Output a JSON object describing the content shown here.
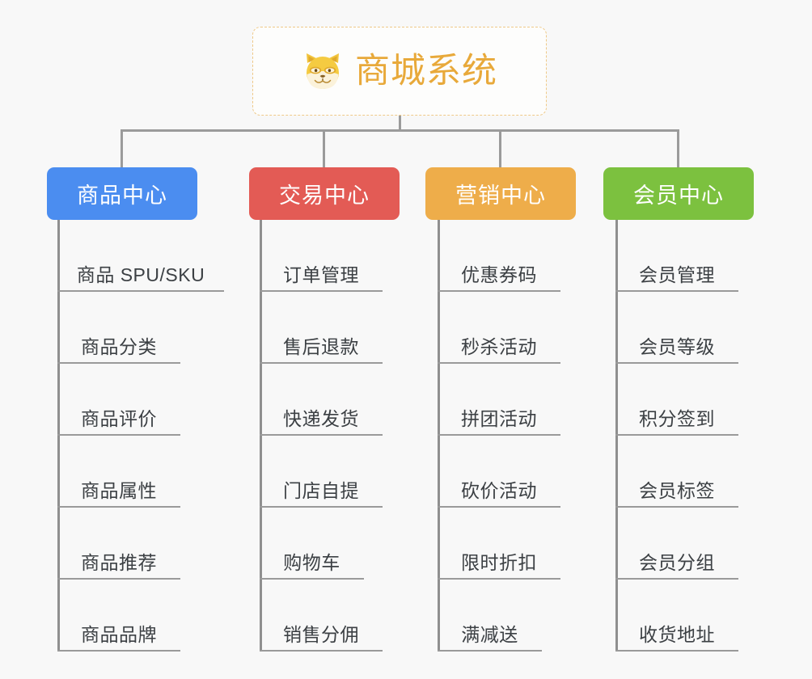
{
  "background_color": "#f8f8f8",
  "root": {
    "icon": "dog-face-icon",
    "title": "商城系统",
    "text_color": "#e8a93a",
    "border_color": "#efc988"
  },
  "connector_color": "#9b9b9b",
  "columns": [
    {
      "id": "product-center",
      "title": "商品中心",
      "color": "#4b8df0",
      "items": [
        "商品 SPU/SKU",
        "商品分类",
        "商品评价",
        "商品属性",
        "商品推荐",
        "商品品牌"
      ]
    },
    {
      "id": "trade-center",
      "title": "交易中心",
      "color": "#e35b55",
      "items": [
        "订单管理",
        "售后退款",
        "快递发货",
        "门店自提",
        "购物车",
        "销售分佣"
      ]
    },
    {
      "id": "marketing-center",
      "title": "营销中心",
      "color": "#eead4a",
      "items": [
        "优惠券码",
        "秒杀活动",
        "拼团活动",
        "砍价活动",
        "限时折扣",
        "满减送"
      ]
    },
    {
      "id": "member-center",
      "title": "会员中心",
      "color": "#7cc13f",
      "items": [
        "会员管理",
        "会员等级",
        "积分签到",
        "会员标签",
        "会员分组",
        "收货地址"
      ]
    }
  ]
}
